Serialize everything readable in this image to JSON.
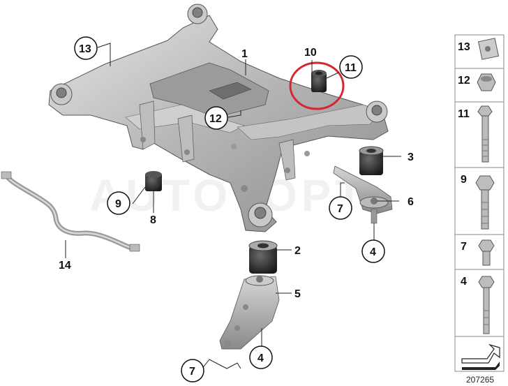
{
  "watermark": "AUTOTOPT",
  "diagram_id": "207265",
  "callouts": {
    "c1": "1",
    "c2": "2",
    "c3": "3",
    "c4a": "4",
    "c4b": "4",
    "c5": "5",
    "c6": "6",
    "c7a": "7",
    "c7b": "7",
    "c8": "8",
    "c9": "9",
    "c10": "10",
    "c11": "11",
    "c12": "12",
    "c13": "13",
    "c14": "14"
  },
  "legend": [
    {
      "num": "13",
      "icon": "grommet-icon"
    },
    {
      "num": "12",
      "icon": "hex-nut-icon"
    },
    {
      "num": "11",
      "icon": "long-bolt-icon"
    },
    {
      "num": "9",
      "icon": "medium-bolt-icon"
    },
    {
      "num": "7",
      "icon": "short-bolt-icon"
    },
    {
      "num": "4",
      "icon": "bolt-icon"
    }
  ],
  "highlight_color": "#d7262e"
}
